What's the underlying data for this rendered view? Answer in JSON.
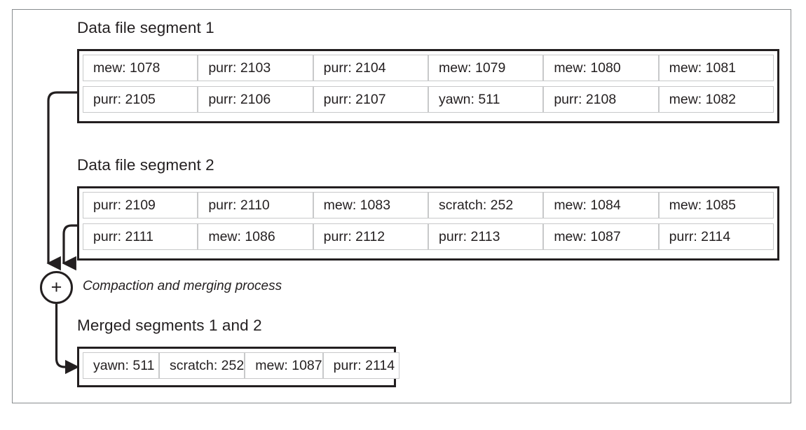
{
  "figure": {
    "title_segment1": "Data file segment 1",
    "title_segment2": "Data file segment 2",
    "title_merged": "Merged segments 1 and 2",
    "process_label": "Compaction and merging process",
    "plus_symbol": "+",
    "colors": {
      "ink": "#231f20",
      "cell_border": "#c8c9ca",
      "frame_border": "#888c8e",
      "background": "#ffffff"
    }
  },
  "segment1": {
    "rows": [
      [
        "mew: 1078",
        "purr: 2103",
        "purr: 2104",
        "mew: 1079",
        "mew: 1080",
        "mew: 1081"
      ],
      [
        "purr: 2105",
        "purr: 2106",
        "purr: 2107",
        "yawn: 511",
        "purr: 2108",
        "mew: 1082"
      ]
    ]
  },
  "segment2": {
    "rows": [
      [
        "purr: 2109",
        "purr: 2110",
        "mew: 1083",
        "scratch: 252",
        "mew: 1084",
        "mew: 1085"
      ],
      [
        "purr: 2111",
        "mew: 1086",
        "purr: 2112",
        "purr: 2113",
        "mew: 1087",
        "purr: 2114"
      ]
    ]
  },
  "merged": {
    "rows": [
      [
        "yawn: 511",
        "scratch: 252",
        "mew: 1087",
        "purr: 2114"
      ]
    ]
  }
}
